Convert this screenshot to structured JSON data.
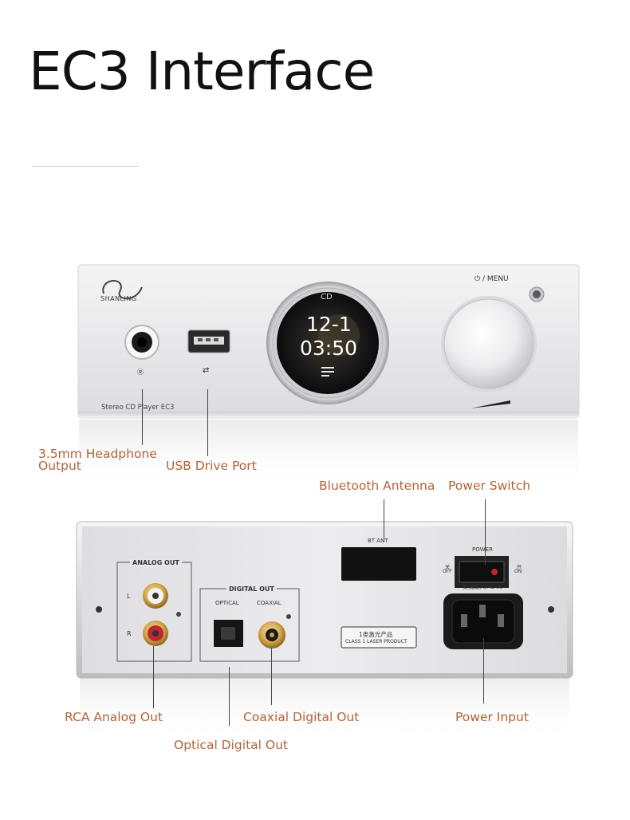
{
  "page": {
    "title": "EC3 Interface"
  },
  "front_panel": {
    "brand": "SHANLING",
    "model_text": "Stereo CD Player  EC3",
    "knob_label": "⏻ / MENU",
    "display": {
      "source": "CD",
      "track": "12-1",
      "time": "03:50"
    },
    "headphone_glyph": "🎧",
    "usb_glyph": "⮄"
  },
  "rear_panel": {
    "analog_out_label": "ANALOG OUT",
    "analog_left": "L",
    "analog_right": "R",
    "digital_out_label": "DIGITAL OUT",
    "optical_label": "OPTICAL",
    "coaxial_label": "COAXIAL",
    "bt_ant_label": "BT ANT",
    "power_label": "POWER",
    "off_cn": "关",
    "off_label": "OFF",
    "on_cn": "开",
    "on_label": "ON",
    "ac_in_label": "交流输入/AC IN",
    "laser_cn": "1类激光产品",
    "laser_en": "CLASS 1 LASER PRODUCT"
  },
  "callouts": {
    "headphone_line1": "3.5mm Headphone",
    "headphone_line2": "Output",
    "usb": "USB Drive Port",
    "bluetooth": "Bluetooth Antenna",
    "power_switch": "Power Switch",
    "rca": "RCA Analog Out",
    "coaxial": "Coaxial Digital Out",
    "optical": "Optical Digital Out",
    "power_input": "Power Input"
  },
  "colors": {
    "callout_text": "#b0643a",
    "panel_silver": "#e9e9ea",
    "rca_red": "#c0262c"
  }
}
